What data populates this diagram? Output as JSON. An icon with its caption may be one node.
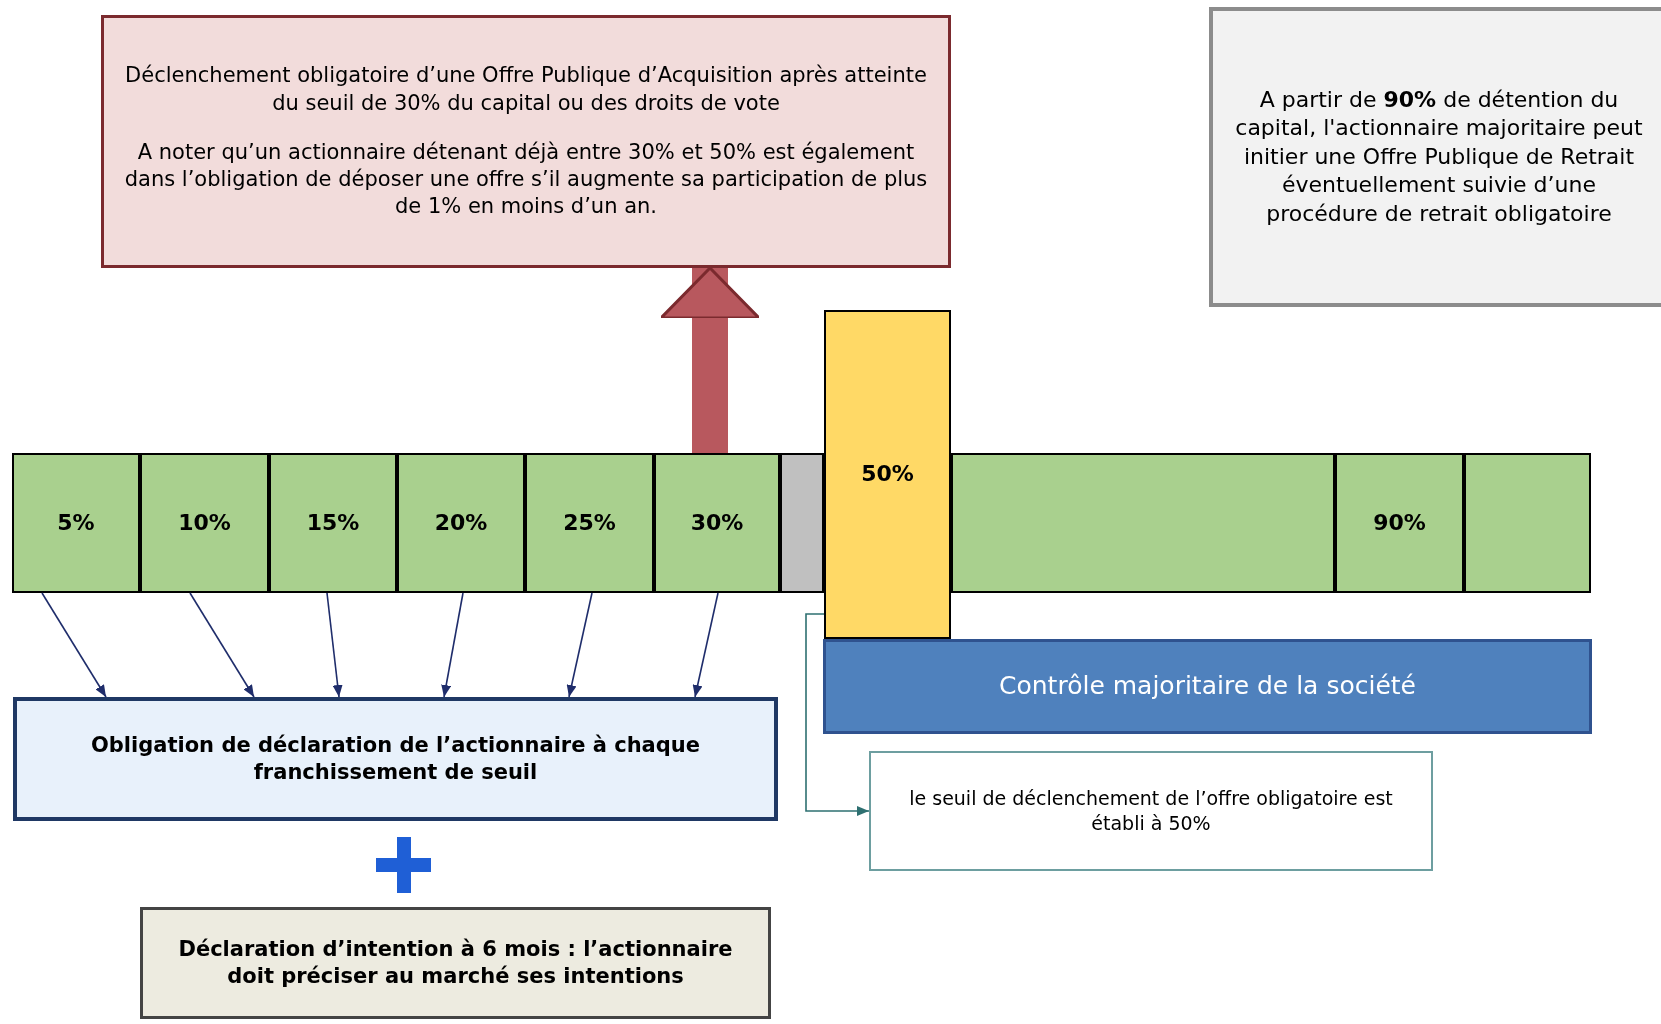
{
  "diagram": {
    "nodes": [
      {
        "text": [
          "Déclenchement obligatoire d’une Offre Publique d’Acquisition après atteinte du seuil de 30% du capital ou des droits de vote",
          "A noter qu’un actionnaire détenant déjà entre 30% et 50% est également dans l’obligation de déposer une offre s’il augmente sa participation de plus de 1% en moins d’un an."
        ]
      },
      {
        "text": [
          "A partir de **90%** de détention du capital, l'actionnaire majoritaire peut initier une Offre Publique de Retrait éventuellement suivie d’une procédure de retrait obligatoire"
        ]
      },
      {
        "text": [
          "5%"
        ]
      },
      {
        "text": [
          "10%"
        ]
      },
      {
        "text": [
          "15%"
        ]
      },
      {
        "text": [
          "20%"
        ]
      },
      {
        "text": [
          "25%"
        ]
      },
      {
        "text": [
          "30%"
        ]
      },
      {
        "text": [],
        "shape": "box"
      },
      {
        "text": [
          "50%"
        ]
      },
      {
        "text": [],
        "shape": "box"
      },
      {
        "text": [
          "90%"
        ]
      },
      {
        "text": [],
        "shape": "box"
      },
      {
        "text": [
          "Contrôle majoritaire de la société"
        ]
      },
      {
        "text": [
          "Obligation de déclaration de l’actionnaire à chaque franchissement de seuil"
        ]
      },
      {
        "text": [
          "le seuil de déclenchement de l’offre obligatoire est établi à 50%"
        ]
      },
      {
        "text": [
          "Déclaration d’intention à 6 mois : l’actionnaire doit préciser au marché ses intentions"
        ]
      }
    ],
    "edges": [
      {
        "from": 2,
        "to": 14,
        "arrow": "to"
      },
      {
        "from": 3,
        "to": 14,
        "arrow": "to"
      },
      {
        "from": 4,
        "to": 14,
        "arrow": "to"
      },
      {
        "from": 5,
        "to": 14,
        "arrow": "to"
      },
      {
        "from": 6,
        "to": 14,
        "arrow": "to"
      },
      {
        "from": 7,
        "to": 14,
        "arrow": "to"
      },
      {
        "from": 7,
        "to": 0,
        "arrow": "to",
        "style": "thick",
        "color": "#b8585e"
      },
      {
        "from": 9,
        "to": 15,
        "arrow": "to",
        "color": "#2e7071"
      }
    ]
  }
}
